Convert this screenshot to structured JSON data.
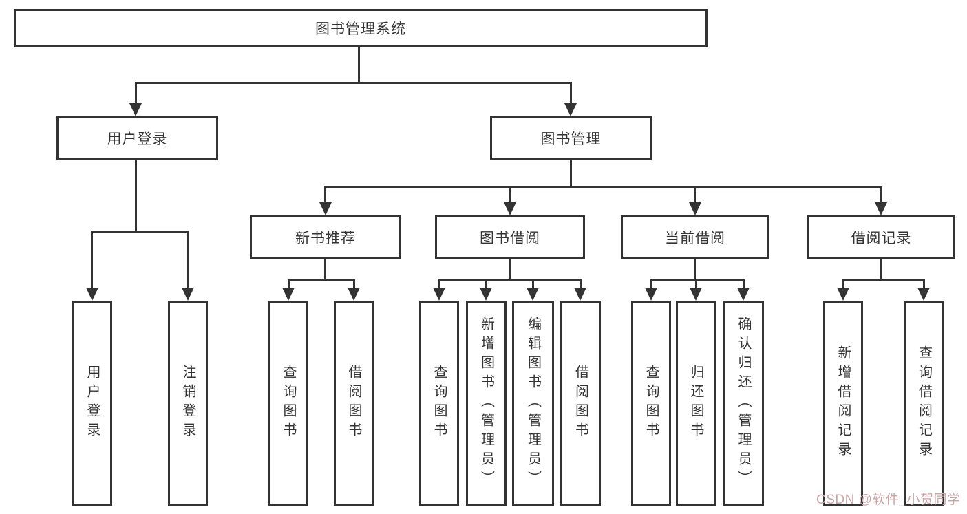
{
  "tree": {
    "root": {
      "label": "图书管理系统"
    },
    "level1": [
      {
        "label": "用户登录",
        "children": [
          {
            "label": "用户登录"
          },
          {
            "label": "注销登录"
          }
        ]
      },
      {
        "label": "图书管理",
        "children": [
          {
            "label": "新书推荐",
            "children": [
              {
                "label": "查询图书"
              },
              {
                "label": "借阅图书"
              }
            ]
          },
          {
            "label": "图书借阅",
            "children": [
              {
                "label": "查询图书"
              },
              {
                "label": "新增图书（管理员）"
              },
              {
                "label": "编辑图书（管理员）"
              },
              {
                "label": "借阅图书"
              }
            ]
          },
          {
            "label": "当前借阅",
            "children": [
              {
                "label": "查询图书"
              },
              {
                "label": "归还图书"
              },
              {
                "label": "确认归还（管理员）"
              }
            ]
          },
          {
            "label": "借阅记录",
            "children": [
              {
                "label": "新增借阅记录"
              },
              {
                "label": "查询借阅记录"
              }
            ]
          }
        ]
      }
    ]
  },
  "watermark": {
    "text": "CSDN @软件_小贺同学"
  },
  "colors": {
    "line": "#333333",
    "text": "#333333",
    "background": "#ffffff",
    "watermark": "#c9a6a6"
  }
}
